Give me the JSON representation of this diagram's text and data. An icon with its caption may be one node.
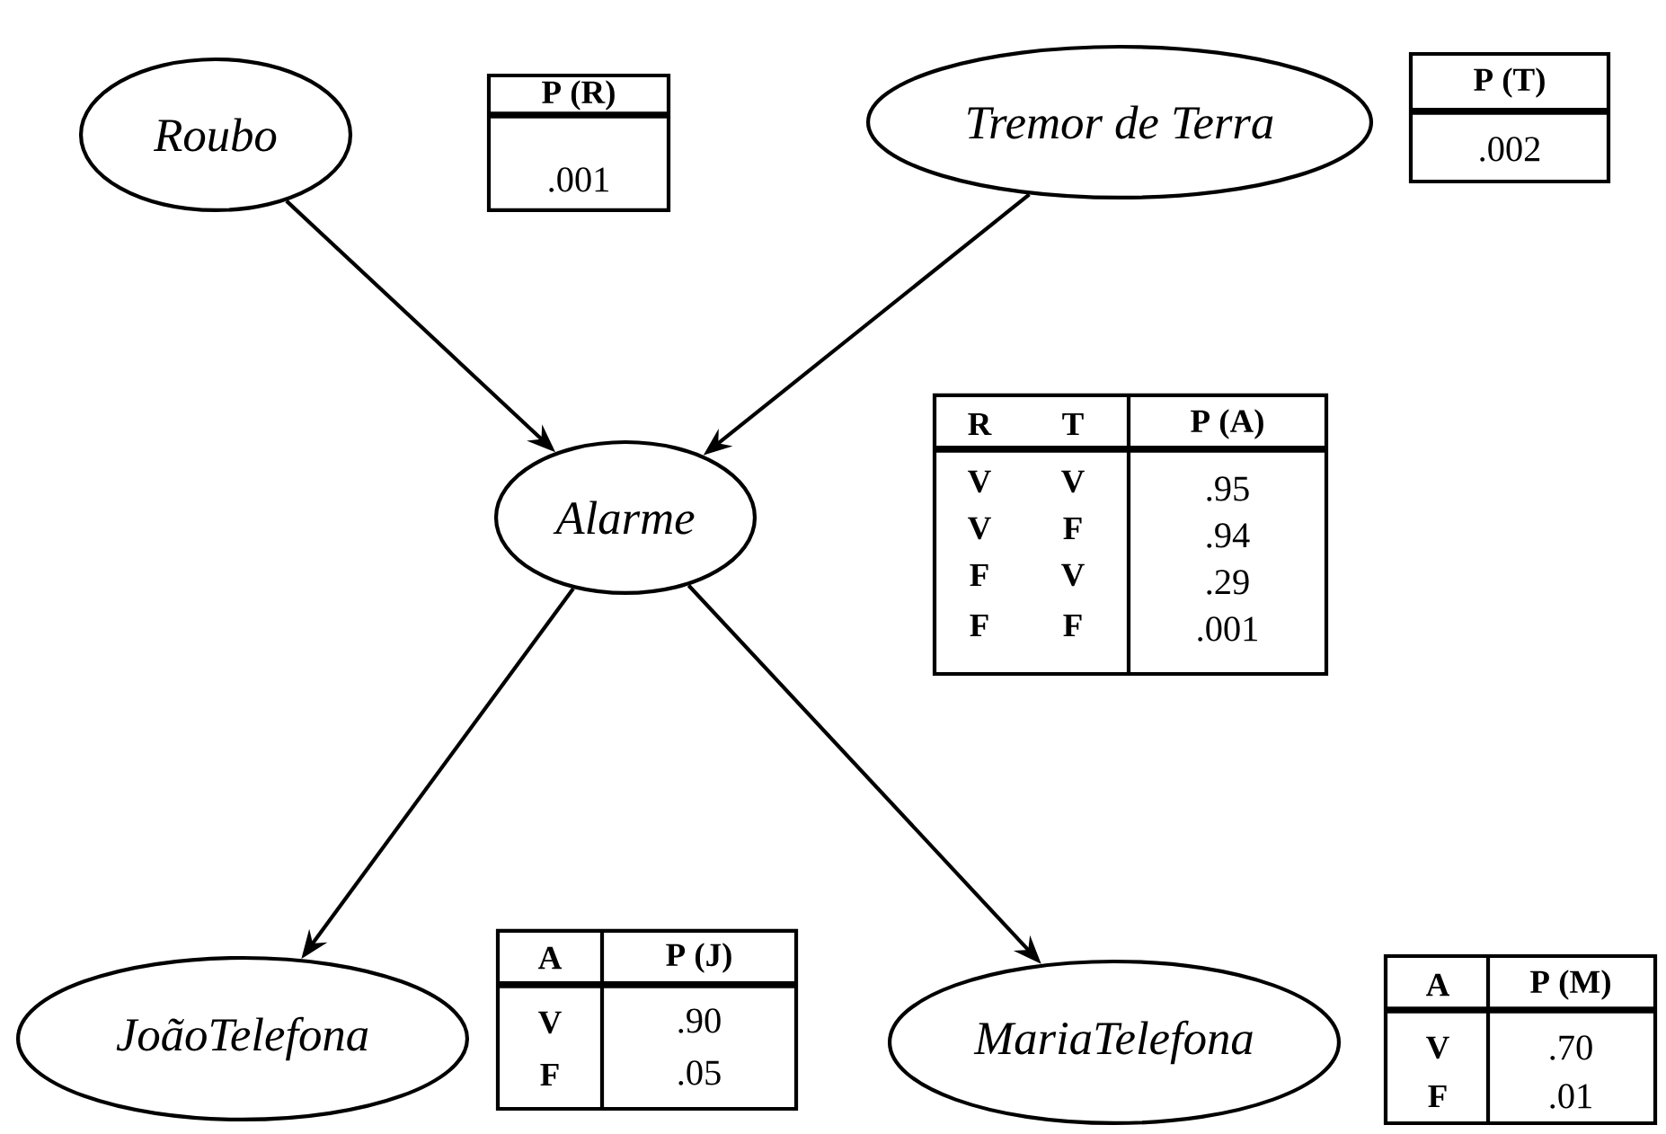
{
  "diagram": {
    "nodes": [
      {
        "text": [
          "Roubo"
        ]
      },
      {
        "text": [
          "Tremor de Terra"
        ]
      },
      {
        "text": [
          "Alarme"
        ]
      },
      {
        "text": [
          "JoãoTelefona"
        ]
      },
      {
        "text": [
          "MariaTelefona"
        ]
      }
    ],
    "edges": [
      {
        "from": 0,
        "to": 2,
        "arrow": "to"
      },
      {
        "from": 1,
        "to": 2,
        "arrow": "to"
      },
      {
        "from": 2,
        "to": 3,
        "arrow": "to"
      },
      {
        "from": 2,
        "to": 4,
        "arrow": "to"
      }
    ],
    "labels": [
      "P (R)",
      ".001",
      "P (T)",
      ".002",
      "R",
      "T",
      "P (A)",
      "V",
      "V",
      ".95",
      "V",
      "F",
      ".94",
      "F",
      "V",
      ".29",
      "F",
      "F",
      ".001",
      "A",
      "P (J)",
      "V",
      ".90",
      "F",
      ".05",
      "A",
      "P (M)",
      "V",
      ".70",
      "F",
      ".01"
    ]
  }
}
